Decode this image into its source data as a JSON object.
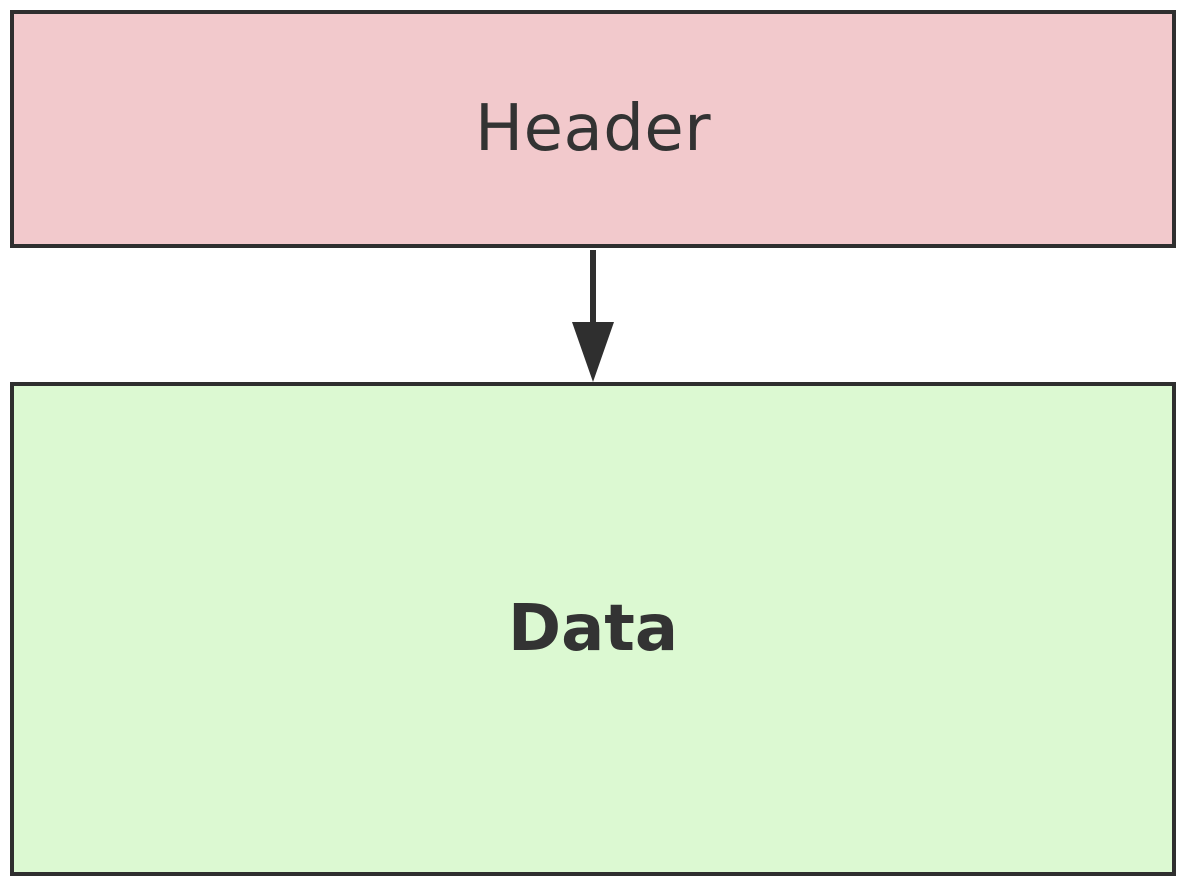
{
  "diagram": {
    "nodes": [
      {
        "id": "header",
        "label": "Header",
        "fill": "#f2c9cc"
      },
      {
        "id": "data",
        "label": "Data",
        "fill": "#dcf9d2"
      }
    ],
    "edges": [
      {
        "from": "header",
        "to": "data"
      }
    ],
    "colors": {
      "border": "#2f2f2f",
      "arrow": "#2f2f2f",
      "text": "#333333"
    }
  }
}
